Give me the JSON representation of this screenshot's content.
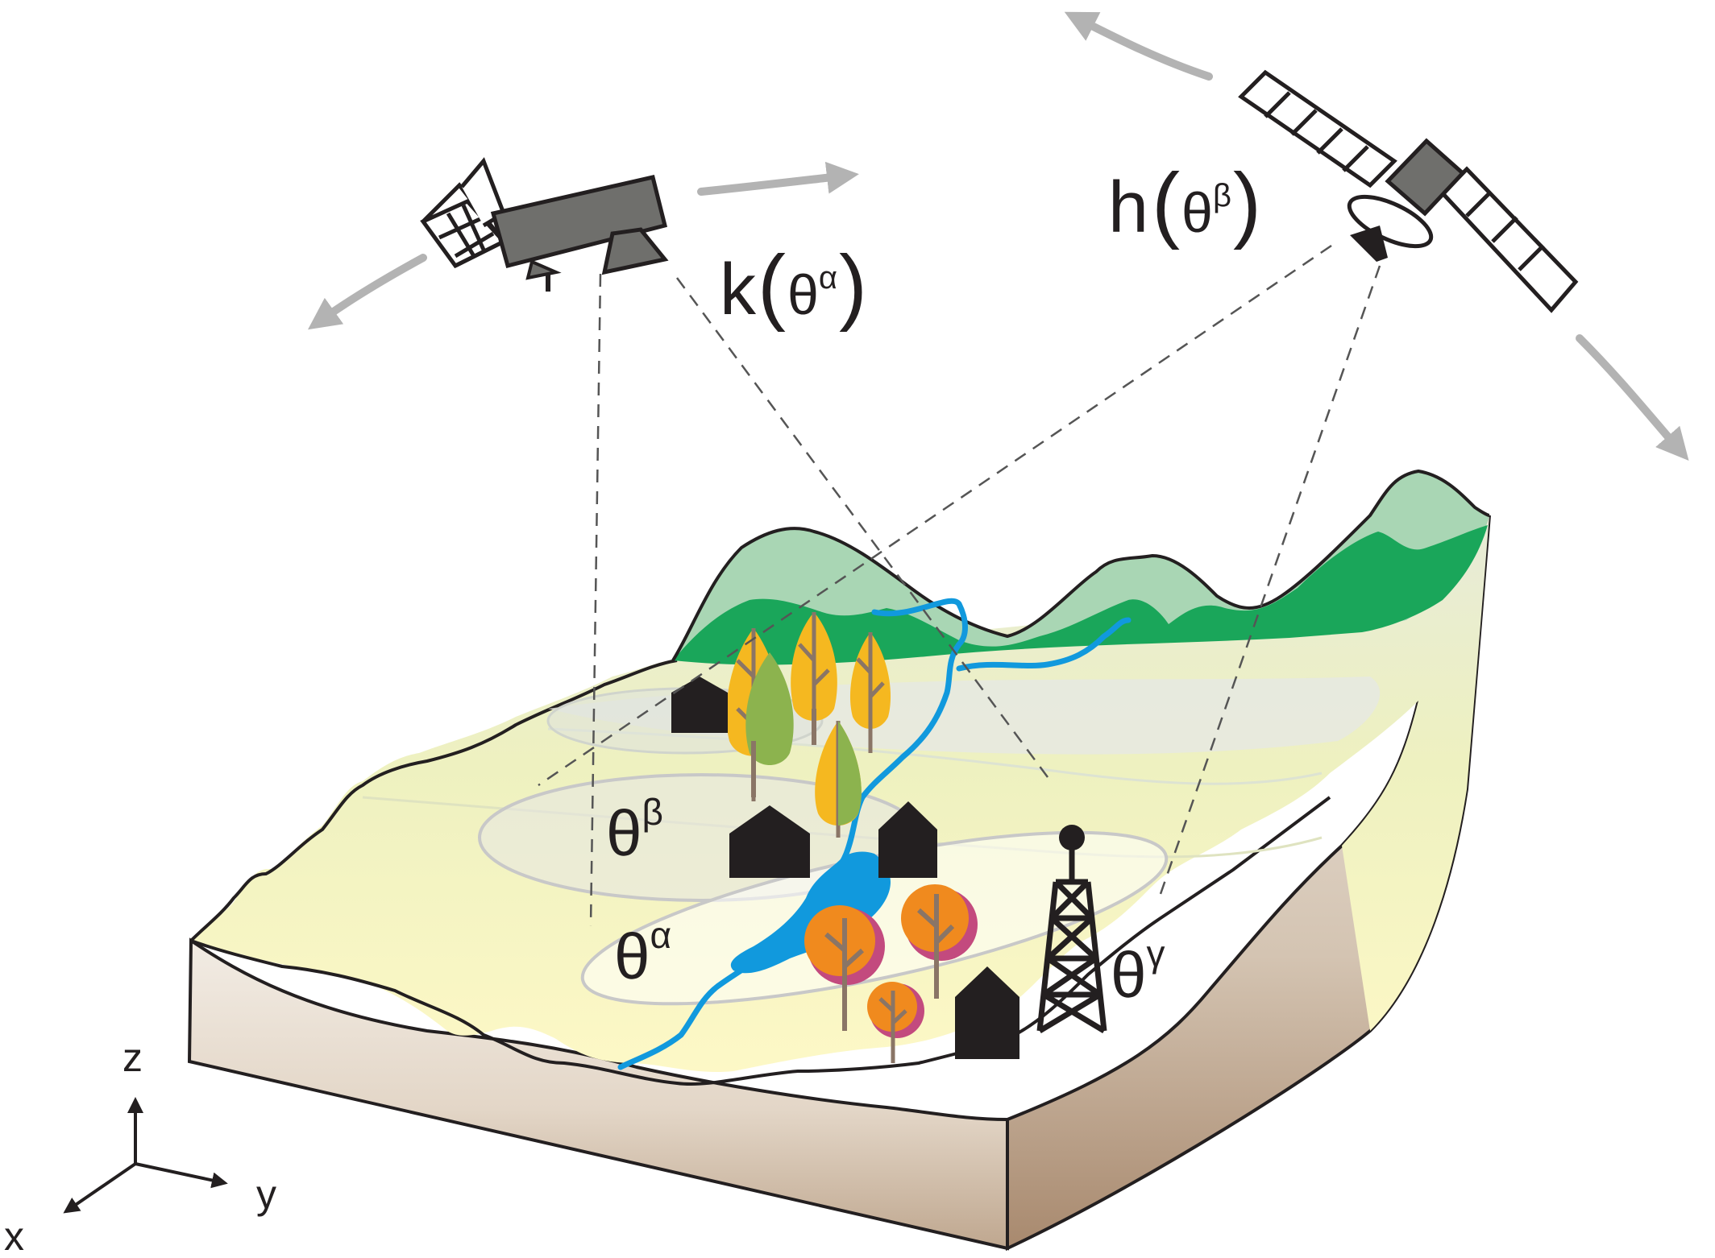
{
  "labels": {
    "k_theta_alpha": {
      "fn": "k",
      "var": "θ",
      "sup": "α"
    },
    "h_theta_beta": {
      "fn": "h",
      "var": "θ",
      "sup": "β"
    },
    "theta_beta": {
      "var": "θ",
      "sup": "β"
    },
    "theta_alpha": {
      "var": "θ",
      "sup": "α"
    },
    "theta_gamma": {
      "var": "θ",
      "sup": "γ"
    }
  },
  "axes": {
    "z": "z",
    "y": "y",
    "x": "x"
  },
  "colors": {
    "outline": "#231f20",
    "block_side": "#e8ddd0",
    "block_side_dark": "#b29a82",
    "ground_light": "#fbf6cc",
    "ground_mid": "#eef0bf",
    "mountain_dark": "#1aa65a",
    "mountain_light": "#a9d6b4",
    "river": "#1199dd",
    "tree_yellow": "#f5b820",
    "tree_green": "#8cb34e",
    "tree_orange": "#f08a1e",
    "tree_purple": "#c34a7e",
    "trunk": "#8a7566",
    "house": "#231f20",
    "satellite_body": "#6f6f6c",
    "arrow_gray": "#b3b3b3",
    "footprint_fill": "#e6e6e6",
    "footprint_edge": "#c8c8c8"
  }
}
